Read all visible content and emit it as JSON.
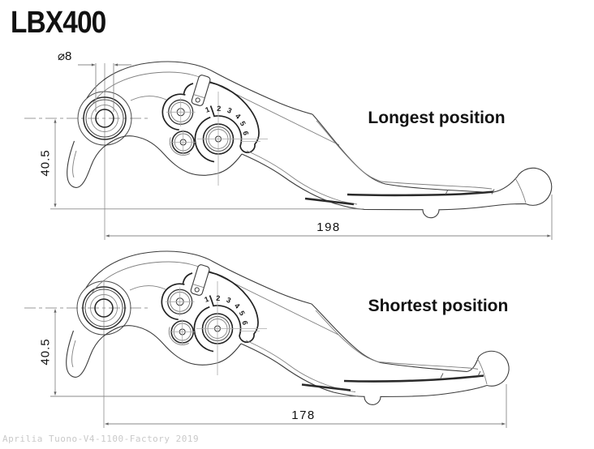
{
  "title": "LBX400",
  "watermark": "Aprilia Tuono-V4-1100-Factory 2019",
  "views": [
    {
      "label": "Longest position",
      "length": "198",
      "height": "40.5",
      "diameter": "⌀8"
    },
    {
      "label": "Shortest position",
      "length": "178",
      "height": "40.5"
    }
  ],
  "dial_numbers": [
    "1",
    "2",
    "3",
    "4",
    "5",
    "6"
  ]
}
